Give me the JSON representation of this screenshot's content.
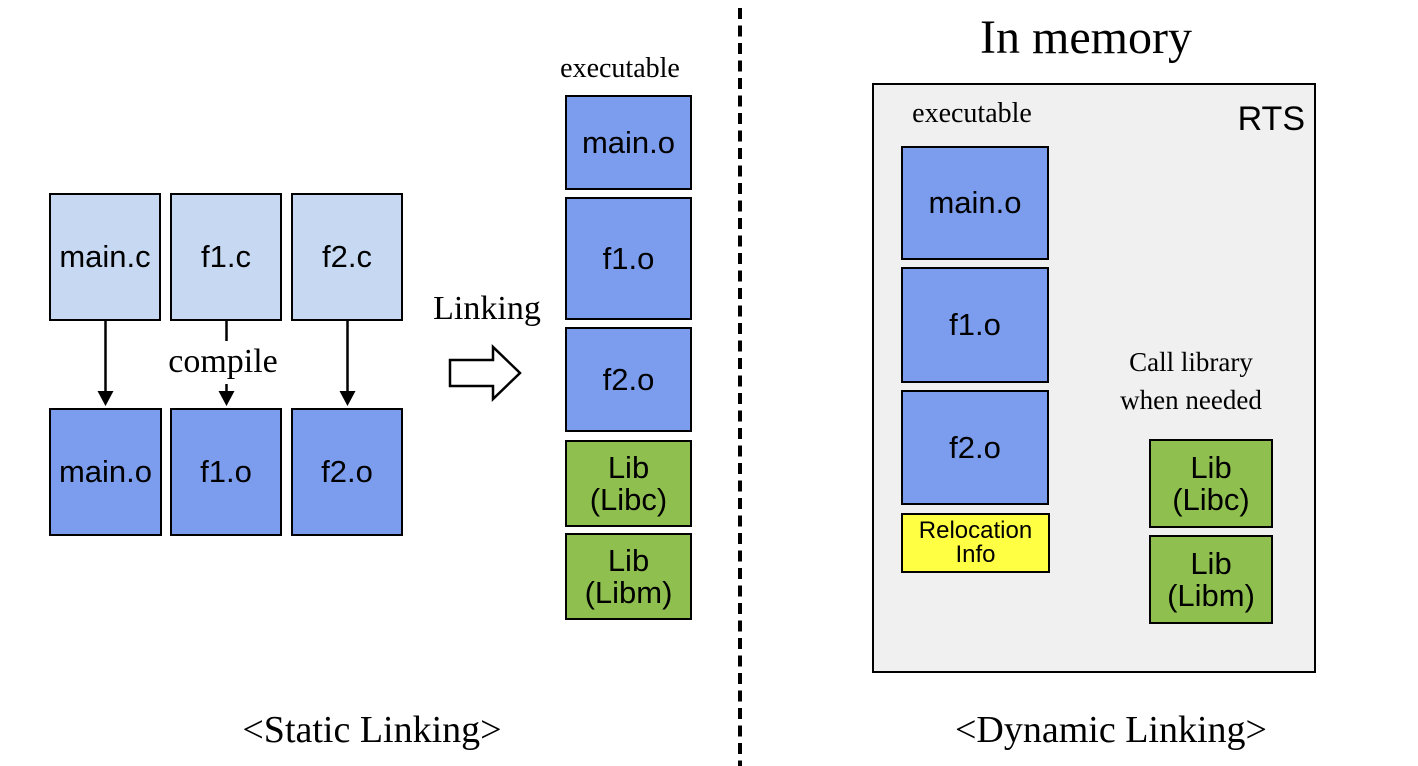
{
  "static_panel": {
    "source_boxes": [
      {
        "label": "main.c"
      },
      {
        "label": "f1.c"
      },
      {
        "label": "f2.c"
      }
    ],
    "compile_label": "compile",
    "object_boxes": [
      {
        "label": "main.o"
      },
      {
        "label": "f1.o"
      },
      {
        "label": "f2.o"
      }
    ],
    "linking_label": "Linking",
    "executable_label": "executable",
    "executable_stack": [
      {
        "label": "main.o"
      },
      {
        "label": "f1.o"
      },
      {
        "label": "f2.o"
      },
      {
        "line1": "Lib",
        "line2": "(Libc)"
      },
      {
        "line1": "Lib",
        "line2": "(Libm)"
      }
    ],
    "caption": "<Static Linking>"
  },
  "dynamic_panel": {
    "title": "In memory",
    "executable_label": "executable",
    "rts_label": "RTS",
    "object_boxes": [
      {
        "label": "main.o"
      },
      {
        "label": "f1.o"
      },
      {
        "label": "f2.o"
      }
    ],
    "relocation_box": {
      "line1": "Relocation",
      "line2": "Info"
    },
    "call_note": {
      "line1": "Call library",
      "line2": "when needed"
    },
    "lib_boxes": [
      {
        "line1": "Lib",
        "line2": "(Libc)"
      },
      {
        "line1": "Lib",
        "line2": "(Libm)"
      }
    ],
    "caption": "<Dynamic Linking>"
  },
  "colors": {
    "source_box_fill": "#c7d9f2",
    "object_box_fill": "#7c9ded",
    "lib_box_fill": "#8fc04f",
    "relocation_box_fill": "#ffff44",
    "memory_container_fill": "#f0f0f0",
    "outline": "#000000"
  }
}
